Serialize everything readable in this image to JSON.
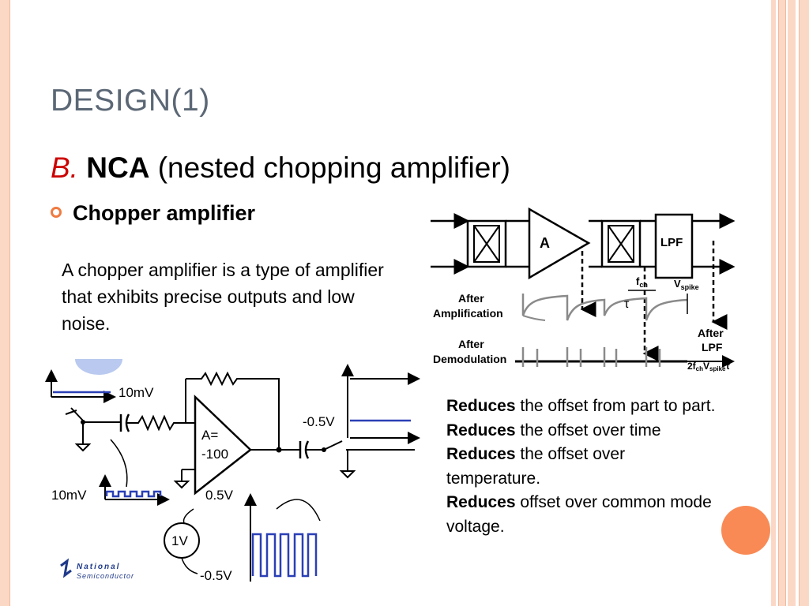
{
  "slide": {
    "title": "DESIGN(1)",
    "subtitle_letter": "B.",
    "subtitle_bold": "NCA",
    "subtitle_rest": "(nested chopping amplifier)",
    "bullet": "Chopper amplifier",
    "description": "A chopper  amplifier is a type of amplifier that exhibits precise outputs and low noise.",
    "reduces": [
      {
        "bold": "Reduces",
        "rest": " the offset from part to part."
      },
      {
        "bold": "Reduces",
        "rest": " the offset over time"
      },
      {
        "bold": "Reduces",
        "rest": " the offset over temperature."
      },
      {
        "bold": "Reduces",
        "rest": " offset over common mode voltage."
      }
    ],
    "colors": {
      "accent": "#f07a40",
      "title": "#5b6775",
      "letter": "#cc0000"
    }
  },
  "block_diagram": {
    "amp_label": "A",
    "lpf_label": "LPF",
    "after_amp": [
      "After",
      "Amplification"
    ],
    "after_demod": [
      "After",
      "Demodulation"
    ],
    "fch": "f",
    "fch_sub": "ch",
    "vspike": "V",
    "vspike_sub": "spike",
    "tau": "τ",
    "after_lpf": [
      "After",
      "LPF"
    ],
    "out_label_main": "2f",
    "out_label_sub": "ch",
    "out_label_v": "V",
    "out_label_vsub": "spike",
    "out_label_tau": "τ"
  },
  "circuit": {
    "in_level": "10mV",
    "in_chop_level": "10mV",
    "amp_gain": [
      "A=",
      "-100"
    ],
    "out_level_neg": "-0.5V",
    "out_level_pos": "0.5V",
    "out_level_neg2": "-0.5V",
    "source": "1V",
    "logo_line1": "National",
    "logo_line2": "Semiconductor"
  }
}
